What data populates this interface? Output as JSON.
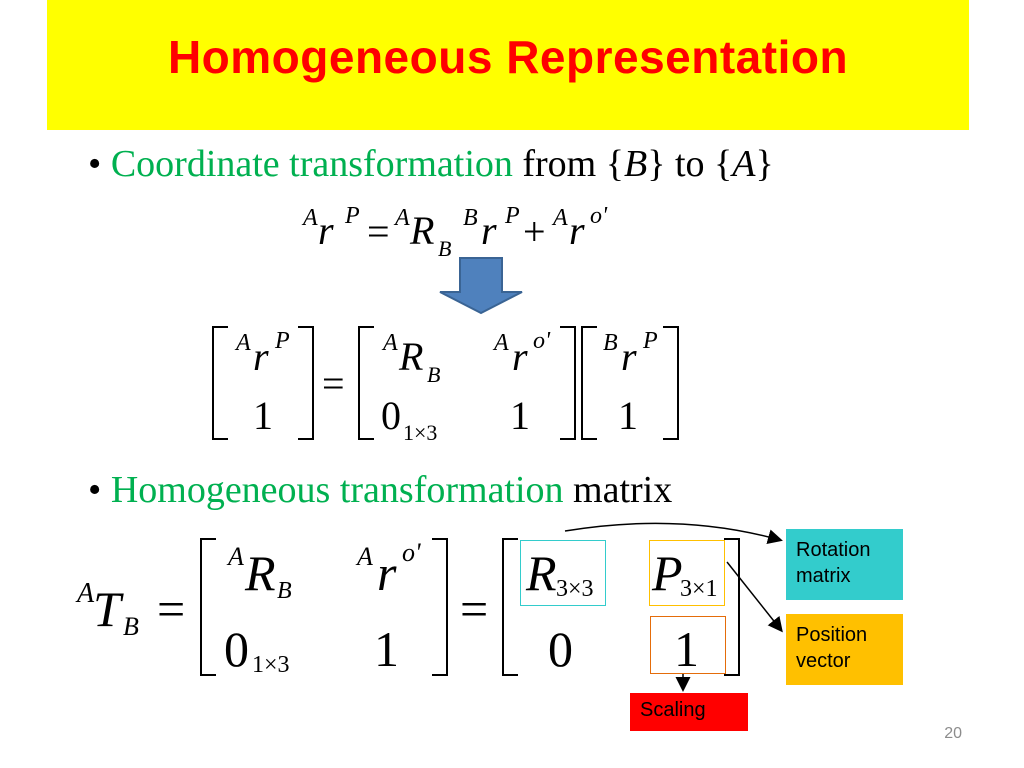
{
  "title": "Homogeneous Representation",
  "bullet1": {
    "marker": "•",
    "highlight": "Coordinate transformation",
    "text1": "from {",
    "frameB": "B",
    "text2": "} to {",
    "frameA": "A",
    "text3": "}"
  },
  "eq1": {
    "sA1": "A",
    "r1": "r",
    "sP1": "P",
    "eqsign": "=",
    "sA2": "A",
    "R": "R",
    "subB": "B",
    "sB": "B",
    "r2": "r",
    "sP2": "P",
    "plus": "+",
    "sA3": "A",
    "r3": "r",
    "so": "o'"
  },
  "eq2": {
    "sA1": "A",
    "r1": "r",
    "sP1": "P",
    "one1": "1",
    "eqsign": "=",
    "sA2": "A",
    "R": "R",
    "subB": "B",
    "sA3": "A",
    "r2": "r",
    "so": "o'",
    "zero": "0",
    "sub13": "1×3",
    "one2": "1",
    "sB": "B",
    "r3": "r",
    "sP2": "P",
    "one3": "1"
  },
  "bullet2": {
    "marker": "•",
    "highlight": "Homogeneous transformation",
    "text1": "matrix"
  },
  "eq3": {
    "sA0": "A",
    "T": "T",
    "subB0": "B",
    "eqsign1": "=",
    "sA1": "A",
    "R": "R",
    "subB": "B",
    "sA2": "A",
    "r": "r",
    "so": "o'",
    "zero": "0",
    "sub13": "1×3",
    "one": "1",
    "eqsign2": "=",
    "R33": "R",
    "sub33": "3×3",
    "P31": "P",
    "sub31": "3×1",
    "zero2": "0",
    "one2": "1"
  },
  "labels": {
    "rotation": "Rotation matrix",
    "position": "Position vector",
    "scaling": "Scaling"
  },
  "colors": {
    "title_bg": "#ffff00",
    "title_text": "#ff0000",
    "highlight": "#00b050",
    "rotation_bg": "#33cccc",
    "position_bg": "#ffc000",
    "scaling_bg": "#ff0000",
    "arrow_fill": "#4f81bd"
  },
  "page_number": "20"
}
